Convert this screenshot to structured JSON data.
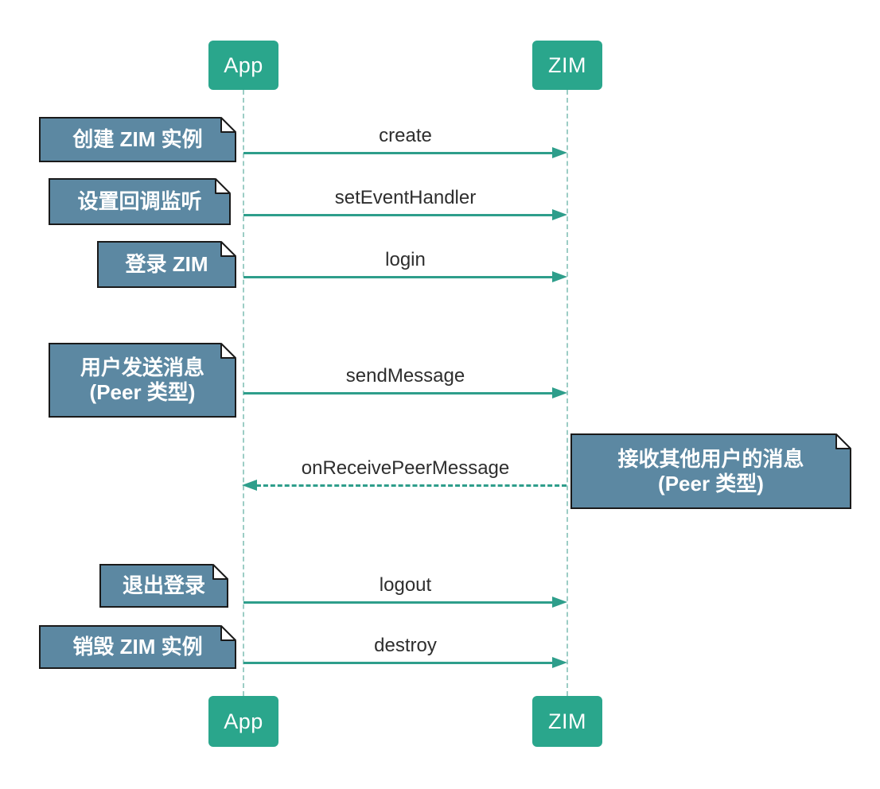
{
  "diagram": {
    "type": "sequence",
    "actors": [
      {
        "label": "App"
      },
      {
        "label": "ZIM"
      }
    ],
    "messages": [
      {
        "label": "create",
        "from": "App",
        "to": "ZIM",
        "line": "solid"
      },
      {
        "label": "setEventHandler",
        "from": "App",
        "to": "ZIM",
        "line": "solid"
      },
      {
        "label": "login",
        "from": "App",
        "to": "ZIM",
        "line": "solid"
      },
      {
        "label": "sendMessage",
        "from": "App",
        "to": "ZIM",
        "line": "solid"
      },
      {
        "label": "onReceivePeerMessage",
        "from": "ZIM",
        "to": "App",
        "line": "dashed"
      },
      {
        "label": "logout",
        "from": "App",
        "to": "ZIM",
        "line": "solid"
      },
      {
        "label": "destroy",
        "from": "App",
        "to": "ZIM",
        "line": "solid"
      }
    ],
    "notes": [
      {
        "position": "left-of-App",
        "lines": [
          "创建 ZIM 实例"
        ]
      },
      {
        "position": "left-of-App",
        "lines": [
          "设置回调监听"
        ]
      },
      {
        "position": "left-of-App",
        "lines": [
          "登录 ZIM"
        ]
      },
      {
        "position": "left-of-App",
        "lines": [
          "用户发送消息",
          "(Peer 类型)"
        ]
      },
      {
        "position": "right-of-ZIM",
        "lines": [
          "接收其他用户的消息",
          "(Peer 类型)"
        ]
      },
      {
        "position": "left-of-App",
        "lines": [
          "退出登录"
        ]
      },
      {
        "position": "left-of-App",
        "lines": [
          "销毁 ZIM 实例"
        ]
      }
    ],
    "colors": {
      "actor_fill": "#2aa68c",
      "actor_text": "#ffffff",
      "arrow": "#2e9e8b",
      "lifeline": "#9ccdc5",
      "note_fill": "#5c88a2",
      "note_border": "#1a1a1a",
      "note_text": "#ffffff",
      "message_text": "#2e2e2e",
      "background": "#ffffff"
    }
  }
}
